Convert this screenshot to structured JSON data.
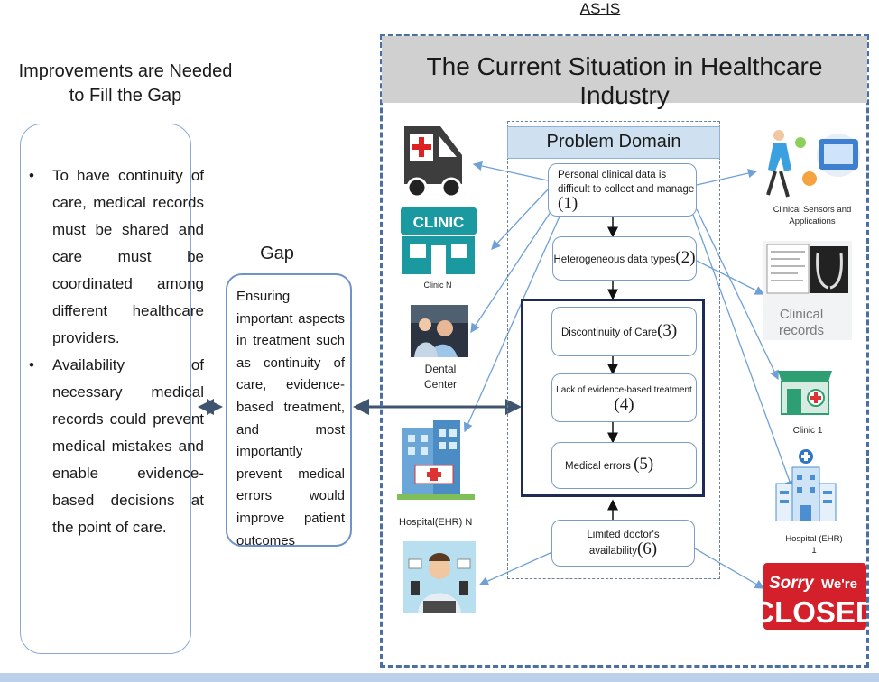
{
  "left_panel": {
    "title_line1": "Improvements are Needed",
    "title_line2": "to Fill the Gap",
    "bullets": [
      "To have continuity of care, medical records must be shared and care must be coordinated among different healthcare providers.",
      "Availability of necessary medical records could prevent medical mistakes and enable evidence-based decisions at the point of care."
    ]
  },
  "gap_panel": {
    "title": "Gap",
    "text": "Ensuring important aspects in treatment such as continuity of care, evidence-based treatment, and most importantly prevent medical errors would improve patient outcomes"
  },
  "as_is": {
    "label": "AS-IS",
    "header": "The Current Situation in Healthcare Industry",
    "problem_domain": "Problem Domain",
    "nodes": [
      {
        "text": "Personal clinical data is difficult to collect and manage",
        "num": "(1)"
      },
      {
        "text": "Heterogeneous data types",
        "num": "(2)"
      },
      {
        "text": "Discontinuity of Care",
        "num": "(3)"
      },
      {
        "text": "Lack of evidence-based treatment",
        "num": "(4)"
      },
      {
        "text": "Medical errors",
        "num": "(5)"
      },
      {
        "text": "Limited doctor's availability",
        "num": "(6)"
      }
    ],
    "left_entities": [
      {
        "label": "Clinic N",
        "icon": "ambulance-icon",
        "icon_text": "CLINIC"
      },
      {
        "label": "Dental Center",
        "icon": "dental-photo"
      },
      {
        "label": "Hospital(EHR) N",
        "icon": "hospital-building-icon"
      },
      {
        "label": "",
        "icon": "busy-doctor-icon"
      }
    ],
    "right_entities": [
      {
        "label": "Clinical Sensors and Applications",
        "icon": "sensors-icon"
      },
      {
        "label": "Clinical records",
        "icon": "clinical-records-icon"
      },
      {
        "label": "Clinic 1",
        "icon": "clinic-icon"
      },
      {
        "label": "Hospital (EHR)",
        "sub": "1",
        "icon": "hospital-icon"
      },
      {
        "label": "",
        "icon": "sorry-closed-sign",
        "sign_top": "Sorry",
        "sign_right": "We're",
        "sign_bottom": "CLOSED"
      }
    ]
  },
  "colors": {
    "frame": "#4a6fa1",
    "header_band": "#d0d0d0",
    "problem_domain_fill": "#cfe0f1",
    "dark_box": "#1f2b57",
    "arrow_blue": "#6fa0d6",
    "sorry_red": "#d3202a"
  }
}
